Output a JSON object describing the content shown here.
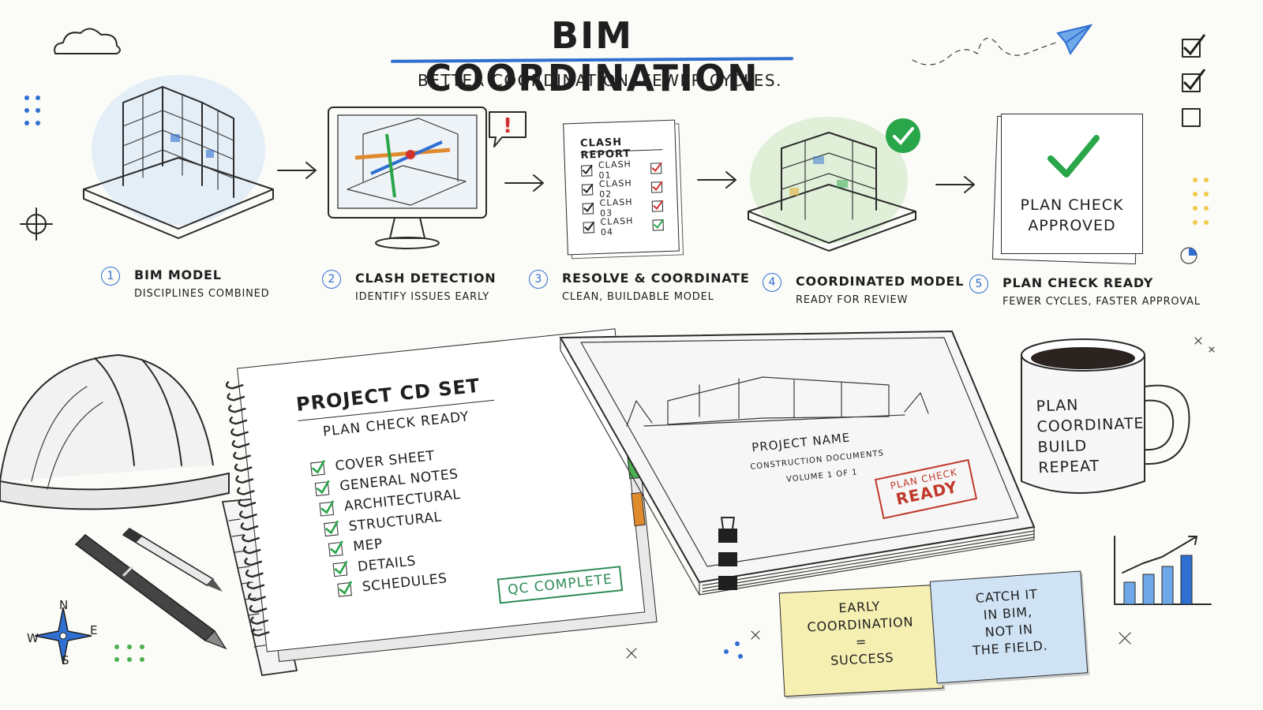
{
  "header": {
    "title": "BIM COORDINATION",
    "subtitle": "BETTER COORDINATION. FEWER CYCLES."
  },
  "steps": [
    {
      "num": "1",
      "title": "BIM MODEL",
      "desc": "DISCIPLINES COMBINED"
    },
    {
      "num": "2",
      "title": "CLASH DETECTION",
      "desc": "IDENTIFY ISSUES EARLY"
    },
    {
      "num": "3",
      "title": "RESOLVE & COORDINATE",
      "desc": "CLEAN, BUILDABLE MODEL"
    },
    {
      "num": "4",
      "title": "COORDINATED MODEL",
      "desc": "READY FOR REVIEW"
    },
    {
      "num": "5",
      "title": "PLAN CHECK READY",
      "desc": "FEWER CYCLES, FASTER APPROVAL"
    }
  ],
  "clash_report": {
    "title": "CLASH REPORT",
    "items": [
      "CLASH 01",
      "CLASH 02",
      "CLASH 03",
      "CLASH 04"
    ]
  },
  "approval": {
    "line1": "PLAN CHECK",
    "line2": "APPROVED"
  },
  "notebook": {
    "title": "PROJECT CD SET",
    "subtitle": "PLAN CHECK READY",
    "items": [
      "COVER SHEET",
      "GENERAL NOTES",
      "ARCHITECTURAL",
      "STRUCTURAL",
      "MEP",
      "DETAILS",
      "SCHEDULES"
    ],
    "stamp": "QC COMPLETE"
  },
  "drawing_set": {
    "name": "PROJECT NAME",
    "line2": "CONSTRUCTION DOCUMENTS",
    "line3": "VOLUME 1 OF 1",
    "stamp_small": "PLAN CHECK",
    "stamp_big": "READY"
  },
  "mug": {
    "lines": [
      "PLAN",
      "COORDINATE",
      "BUILD",
      "REPEAT"
    ]
  },
  "sticky_yellow": {
    "lines": [
      "EARLY",
      "COORDINATION",
      "=",
      "SUCCESS"
    ]
  },
  "sticky_blue": {
    "lines": [
      "CATCH IT",
      "IN BIM,",
      "NOT IN",
      "THE FIELD."
    ]
  },
  "compass": {
    "n": "N",
    "s": "S",
    "e": "E",
    "w": "W"
  },
  "colors": {
    "accent_blue": "#2f6fd1",
    "stamp_green": "#2e8b57",
    "stamp_red": "#c0392b",
    "check_green": "#2aa64a",
    "sticky_yellow": "#f6efb2",
    "sticky_blue": "#cfe3f5"
  }
}
